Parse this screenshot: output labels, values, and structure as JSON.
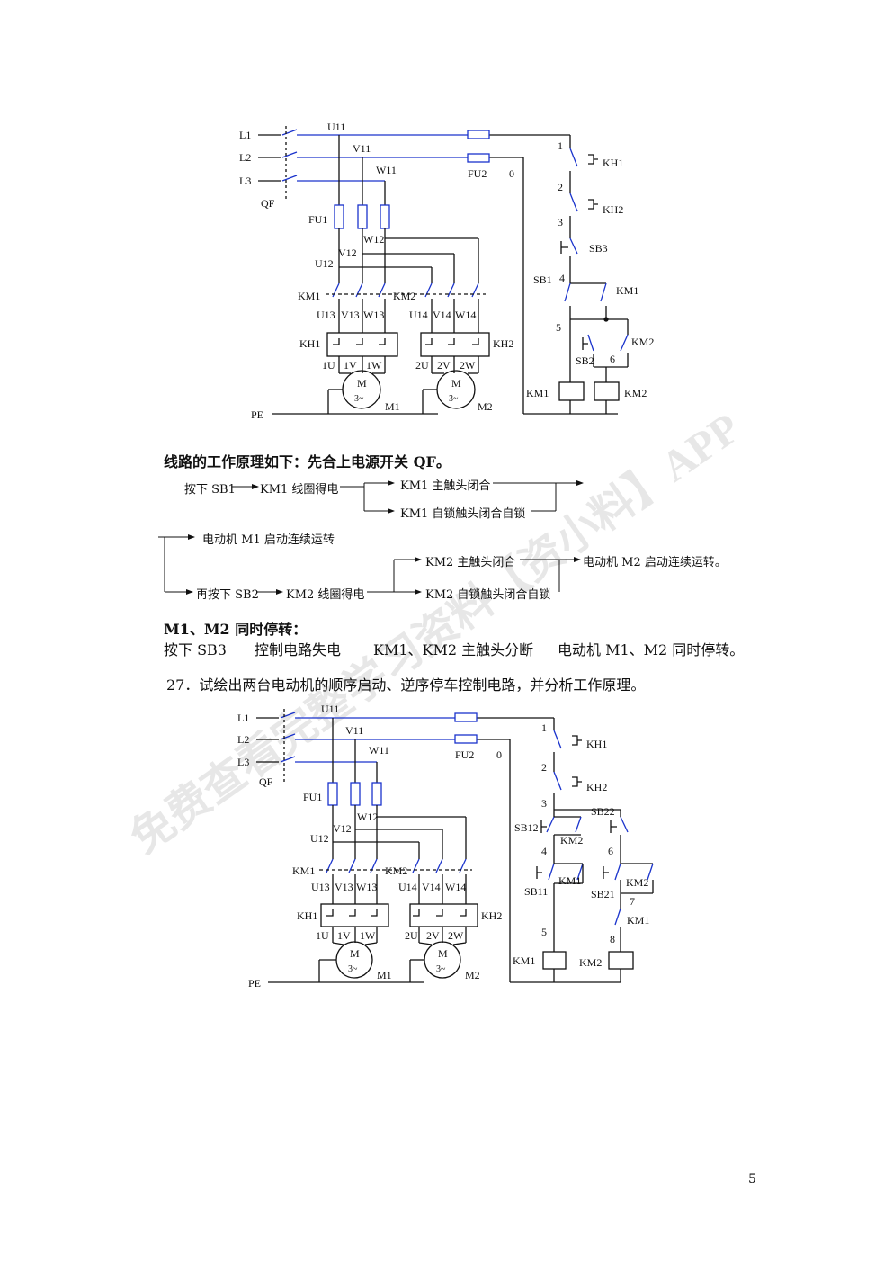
{
  "diagram1": {
    "lines": [
      "L1",
      "L2",
      "L3"
    ],
    "qf": "QF",
    "fu1": "FU1",
    "fu2": "FU2",
    "zero": "0",
    "pe": "PE",
    "u11": "U11",
    "v11": "V11",
    "w11": "W11",
    "u12": "U12",
    "v12": "V12",
    "w12": "W12",
    "u13": "U13",
    "v13": "V13",
    "w13": "W13",
    "u14": "U14",
    "v14": "V14",
    "w14": "W14",
    "km1": "KM1",
    "km2": "KM2",
    "kh1": "KH1",
    "kh2": "KH2",
    "t1": [
      "1U",
      "1V",
      "1W"
    ],
    "t2": [
      "2U",
      "2V",
      "2W"
    ],
    "motor": "M",
    "phase": "3~",
    "m1": "M1",
    "m2": "M2",
    "sb1": "SB1",
    "sb2": "SB2",
    "sb3": "SB3",
    "nodes": [
      "1",
      "2",
      "3",
      "4",
      "5",
      "6"
    ]
  },
  "principle": {
    "intro": "线路的工作原理如下：先合上电源开关 QF。",
    "press_sb1": "按下 SB1",
    "km1_coil": "KM1 线圈得电",
    "km1_main": "KM1 主触头闭合",
    "km1_self": "KM1 自锁触头闭合自锁",
    "m1_run": "电动机 M1 启动连续运转",
    "press_sb2": "再按下 SB2",
    "km2_coil": "KM2 线圈得电",
    "km2_main": "KM2 主触头闭合",
    "km2_self": "KM2 自锁触头闭合自锁",
    "m2_run": "电动机 M2 启动连续运转。",
    "stop_title": "M1、M2 同时停转：",
    "stop_1": "按下 SB3",
    "stop_2": "控制电路失电",
    "stop_3": "KM1、KM2 主触头分断",
    "stop_4": "电动机 M1、M2 同时停转。"
  },
  "question": "27．试绘出两台电动机的顺序启动、逆序停车控制电路，并分析工作原理。",
  "diagram2": {
    "lines": [
      "L1",
      "L2",
      "L3"
    ],
    "qf": "QF",
    "fu1": "FU1",
    "fu2": "FU2",
    "zero": "0",
    "pe": "PE",
    "u11": "U11",
    "v11": "V11",
    "w11": "W11",
    "u12": "U12",
    "v12": "V12",
    "w12": "W12",
    "u13": "U13",
    "v13": "V13",
    "w13": "W13",
    "u14": "U14",
    "v14": "V14",
    "w14": "W14",
    "km1": "KM1",
    "km2": "KM2",
    "kh1": "KH1",
    "kh2": "KH2",
    "t1": [
      "1U",
      "1V",
      "1W"
    ],
    "t2": [
      "2U",
      "2V",
      "2W"
    ],
    "motor": "M",
    "phase": "3~",
    "m1": "M1",
    "m2": "M2",
    "sb11": "SB11",
    "sb12": "SB12",
    "sb21": "SB21",
    "sb22": "SB22",
    "nodes": [
      "1",
      "2",
      "3",
      "4",
      "5",
      "6",
      "7",
      "8"
    ]
  },
  "watermark": "免费查看完整学习资料【资小料】APP",
  "page_number": "5",
  "colors": {
    "wire": "#111111",
    "accent_wire": "#1a33cc",
    "watermark": "#d9d9d9"
  }
}
